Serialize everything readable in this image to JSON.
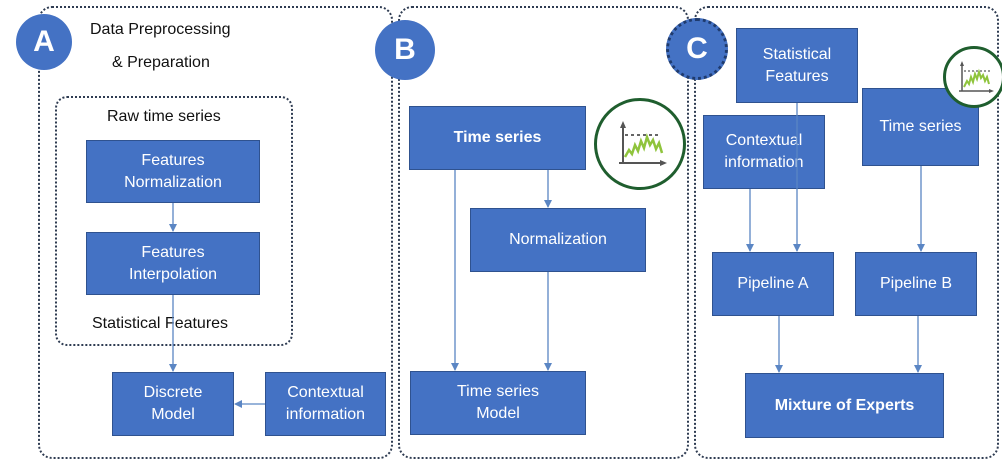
{
  "panel_a": {
    "badge": "A",
    "title_line1": "Data Preprocessing",
    "title_line2": "& Preparation",
    "inner_title": "Raw time series",
    "box_normalization": "Features\nNormalization",
    "box_interpolation": "Features\nInterpolation",
    "inner_footer": "Statistical Features",
    "box_discrete": "Discrete\nModel",
    "box_contextual": "Contextual\ninformation"
  },
  "panel_b": {
    "badge": "B",
    "box_timeseries": "Time series",
    "box_normalization": "Normalization",
    "box_model": "Time series\nModel",
    "icon": "line-chart-icon"
  },
  "panel_c": {
    "badge": "C",
    "box_statistical": "Statistical\nFeatures",
    "box_contextual": "Contextual\ninformation",
    "box_timeseries": "Time series",
    "box_pipeline_a": "Pipeline A",
    "box_pipeline_b": "Pipeline B",
    "box_moe": "Mixture of Experts",
    "icon": "line-chart-icon"
  },
  "colors": {
    "box_fill": "#4472c4",
    "arrow": "#5b86c4",
    "panel_border": "#2f3c52",
    "icon_ring": "#1f5e2e",
    "icon_line": "#8fc43c"
  }
}
